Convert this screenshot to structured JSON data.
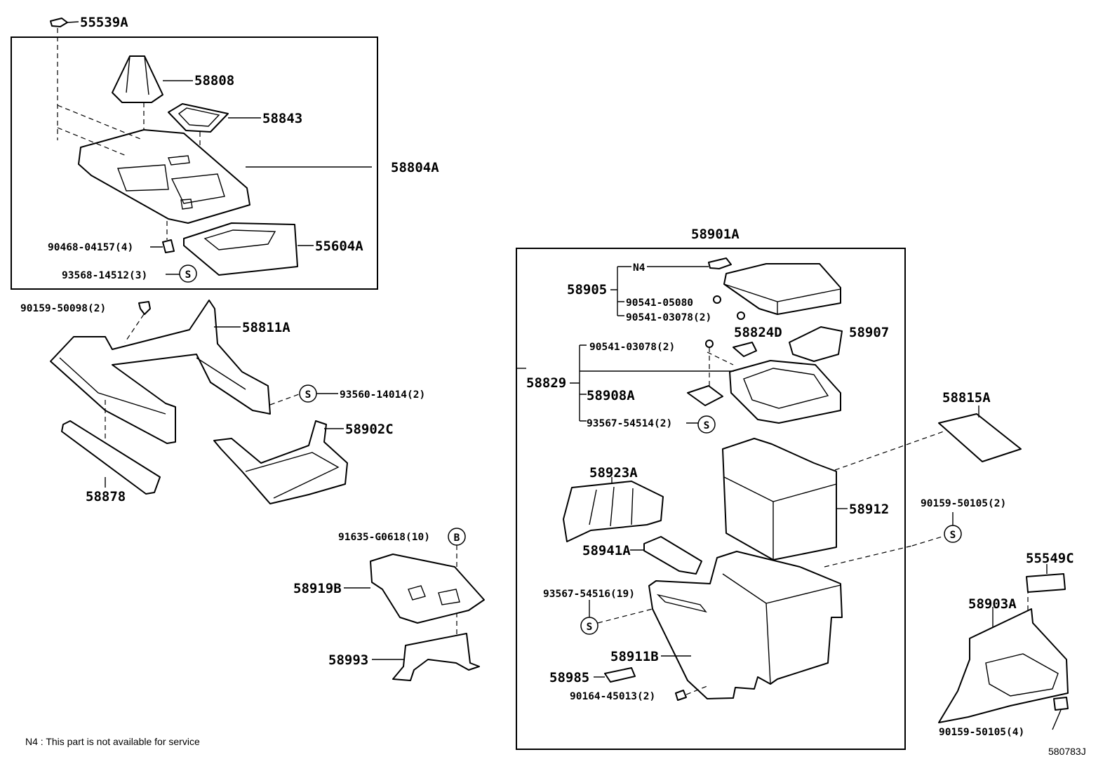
{
  "labels": {
    "p55539a": "55539A",
    "p58808": "58808",
    "p58843": "58843",
    "p58804a": "58804A",
    "p90468": "90468-04157(4)",
    "p55604a": "55604A",
    "p93568": "93568-14512(3)",
    "p90159_50098": "90159-50098(2)",
    "p58811a": "58811A",
    "p93560": "93560-14014(2)",
    "p58902c": "58902C",
    "p58878": "58878",
    "p91635": "91635-G0618(10)",
    "p58919b": "58919B",
    "p58993": "58993",
    "p58901a": "58901A",
    "pN4": "N4",
    "p58905": "58905",
    "p90541_05080": "90541-05080",
    "p90541_03078_a": "90541-03078(2)",
    "p58824d": "58824D",
    "p58907": "58907",
    "p90541_03078_b": "90541-03078(2)",
    "p58829": "58829",
    "p58908a": "58908A",
    "p93567_54514": "93567-54514(2)",
    "p58815a": "58815A",
    "p58923a": "58923A",
    "p58912": "58912",
    "p90159_50105_a": "90159-50105(2)",
    "p58941a": "58941A",
    "p55549c": "55549C",
    "p93567_54516": "93567-54516(19)",
    "p58903a": "58903A",
    "p58911b": "58911B",
    "p58985": "58985",
    "p90164": "90164-45013(2)",
    "p90159_50105_b": "90159-50105(4)"
  },
  "callouts": {
    "s": "S",
    "b": "B"
  },
  "footnote": "N4 : This part is not available for service",
  "drawing_id": "580783J"
}
